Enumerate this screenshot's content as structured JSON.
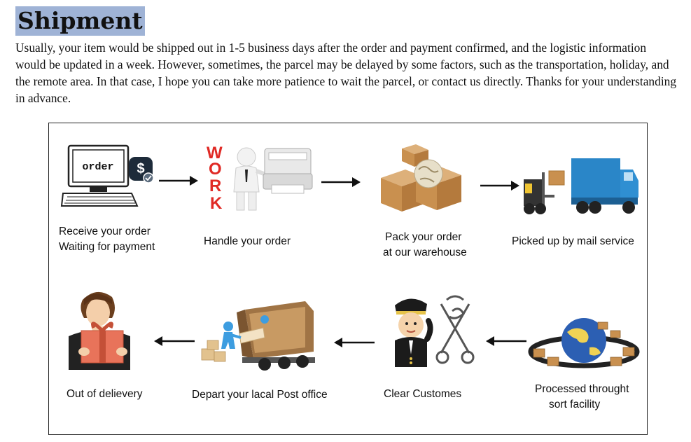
{
  "page": {
    "title": "Shipment",
    "intro": "Usually, your item would be shipped out in 1-5 business days after the order and  payment confirmed, and the logistic information would be updated in a week. However, sometimes, the parcel may be delayed by some factors, such as the transportation, holiday, and the remote area. In that case, I hope you can take more patience to wait the parcel, or contact us directly. Thanks for your understanding in advance."
  },
  "steps": [
    {
      "icon": "computer-order-icon",
      "screen_text": "order",
      "line1": "Receive your order",
      "line2": "Waiting for payment"
    },
    {
      "icon": "work-printer-icon",
      "sign_letters": [
        "W",
        "O",
        "R",
        "K"
      ],
      "line1": "Handle your order"
    },
    {
      "icon": "boxes-globe-icon",
      "line1": "Pack your order",
      "line2": "at our warehouse"
    },
    {
      "icon": "forklift-truck-icon",
      "line1": "Picked up by mail service"
    },
    {
      "icon": "globe-conveyor-icon",
      "line1": "Processed throught",
      "line2": "sort facility"
    },
    {
      "icon": "customs-officer-icon",
      "line1": "Clear Customes"
    },
    {
      "icon": "delivery-truck-icon",
      "line1": "Depart your lacal Post office"
    },
    {
      "icon": "gift-person-icon",
      "line1": "Out of delievery"
    }
  ],
  "colors": {
    "title_highlight": "#9fb3d6",
    "work_red": "#e02a25",
    "box_brown": "#c9904f",
    "truck_blue": "#2a86c8",
    "globe_blue": "#2c5fb3"
  }
}
